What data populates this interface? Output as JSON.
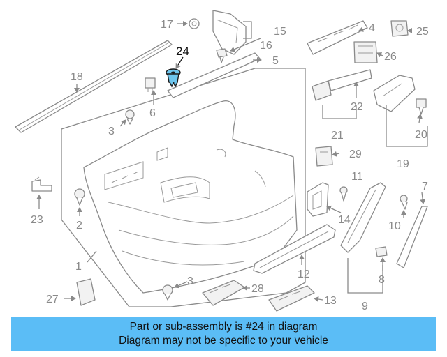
{
  "diagram": {
    "callouts": {
      "c1": "1",
      "c2": "2",
      "c3a": "3",
      "c3b": "3",
      "c4": "4",
      "c5": "5",
      "c6": "6",
      "c7": "7",
      "c8": "8",
      "c9": "9",
      "c10": "10",
      "c11": "11",
      "c12": "12",
      "c13": "13",
      "c14": "14",
      "c15": "15",
      "c16": "16",
      "c17": "17",
      "c18": "18",
      "c19": "19",
      "c20": "20",
      "c21": "21",
      "c22": "22",
      "c23": "23",
      "c24": "24",
      "c25": "25",
      "c26": "26",
      "c27": "27",
      "c28": "28",
      "c29": "29"
    },
    "highlight_color": "#6ec6ee"
  },
  "banner": {
    "line1": "Part or sub-assembly is #24 in diagram",
    "line2": "Diagram may not be specific to your vehicle",
    "color": "#5bbdf6"
  }
}
